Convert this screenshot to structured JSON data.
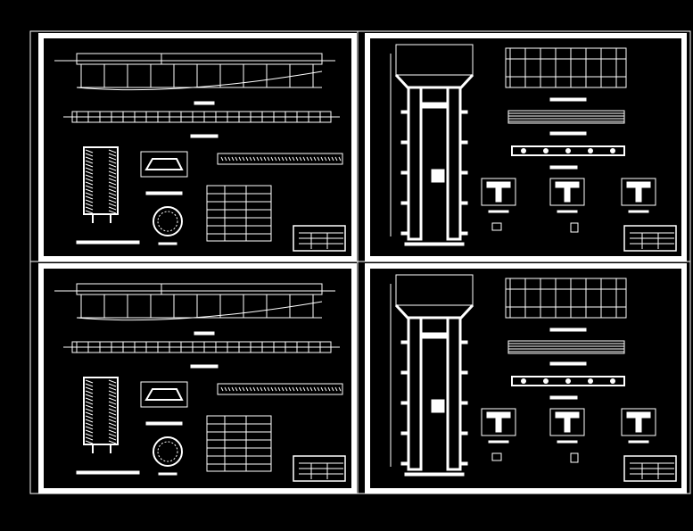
{
  "viewer": {
    "background": "#000000",
    "line_color": "#ffffff"
  },
  "sheets": [
    {
      "name": "sheet-top-left",
      "variant": "elevation-plan"
    },
    {
      "name": "sheet-top-right",
      "variant": "pier-detail"
    },
    {
      "name": "sheet-bottom-left",
      "variant": "elevation-plan"
    },
    {
      "name": "sheet-bottom-right",
      "variant": "pier-detail"
    }
  ]
}
